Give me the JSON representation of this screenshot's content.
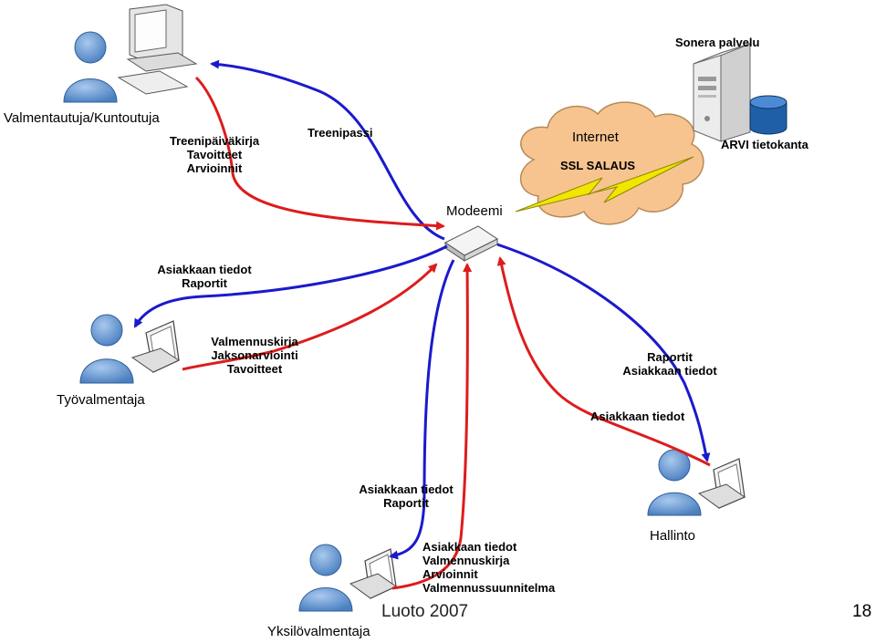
{
  "nodes": {
    "valmentautuja": "Valmentautuja/Kuntoutuja",
    "tyovalmentaja": "Työvalmentaja",
    "yksilovalmentaja": "Yksilövalmentaja",
    "hallinto": "Hallinto",
    "modeemi": "Modeemi",
    "internet": "Internet",
    "ssl": "SSL SALAUS",
    "sonera": "Sonera palvelu",
    "arvi": "ARVI tietokanta"
  },
  "flows": {
    "to_valmentautuja": [
      "Treenipassi"
    ],
    "from_valmentautuja": [
      "Treenipäiväkirja",
      "Tavoitteet",
      "Arvioinnit"
    ],
    "to_tyovalmentaja": [
      "Asiakkaan tiedot",
      "Raportit"
    ],
    "from_tyovalmentaja": [
      "Valmennuskirja",
      "Jaksonarviointi",
      "Tavoitteet"
    ],
    "to_hallinto": [
      "Raportit",
      "Asiakkaan tiedot"
    ],
    "from_hallinto": [
      "Asiakkaan tiedot"
    ],
    "to_yksilovalmentaja": [
      "Asiakkaan tiedot",
      "Raportit"
    ],
    "from_yksilovalmentaja": [
      "Asiakkaan tiedot",
      "Valmennuskirja",
      "Arvioinnit",
      "Valmennussuunnitelma"
    ]
  },
  "footer": {
    "author": "Luoto 2007",
    "page": "18"
  },
  "colors": {
    "blue_flow": "#1a1acc",
    "red_flow": "#dd1c1c",
    "cloud": "#f7c48f",
    "person": "#6f9fd6",
    "lightning": "#f2e600"
  }
}
